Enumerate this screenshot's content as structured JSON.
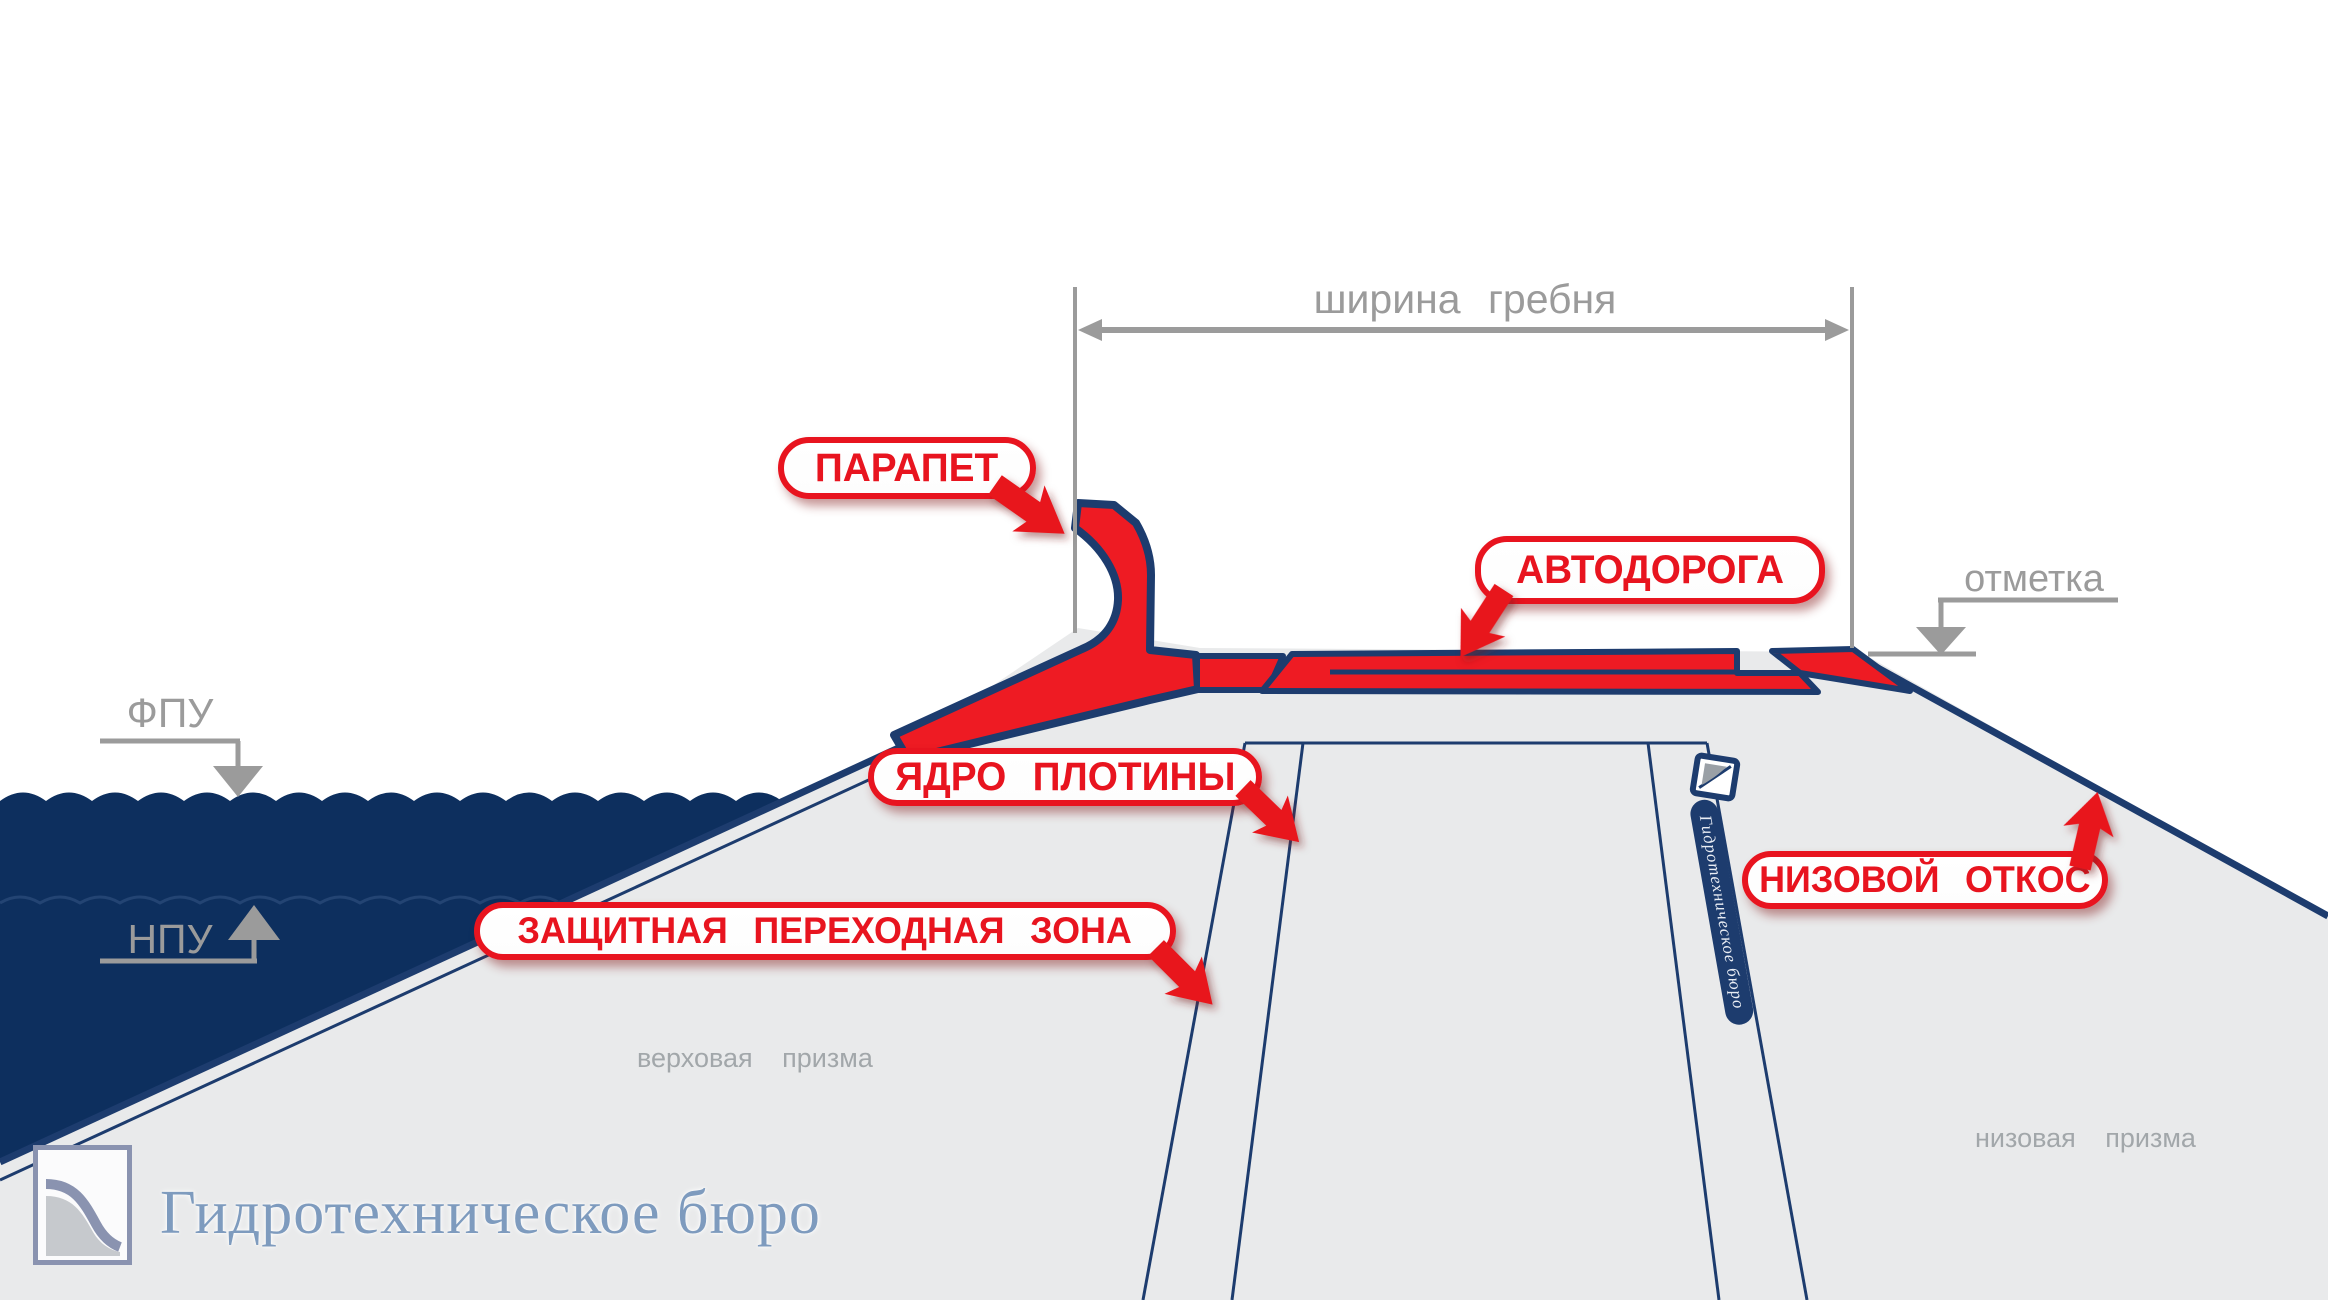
{
  "labels": {
    "parapet": "ПАРАПЕТ",
    "road": "АВТОДОРОГА",
    "core": "ЯДРО ПЛОТИНЫ",
    "transition": "ЗАЩИТНАЯ ПЕРЕХОДНАЯ ЗОНА",
    "downstream_slope": "НИЗОВОЙ ОТКОС"
  },
  "annotations": {
    "crest_width": "ширина гребня",
    "elevation": "отметка",
    "fpu": "ФПУ",
    "npu": "НПУ",
    "upstream_prism": "верховая призма",
    "downstream_prism": "низовая призма"
  },
  "branding": {
    "logo_text": "Гидротехническое бюро",
    "watermark_text": "Гидротехническое бюро"
  },
  "colors": {
    "accent_red": "#e8141f",
    "outline_navy": "#1d3c6e",
    "water_navy": "#0d2f5e",
    "dam_body_gray": "#e9eaeb",
    "annotation_gray": "#9b9b9b",
    "logo_blue": "#7e9bbe"
  }
}
